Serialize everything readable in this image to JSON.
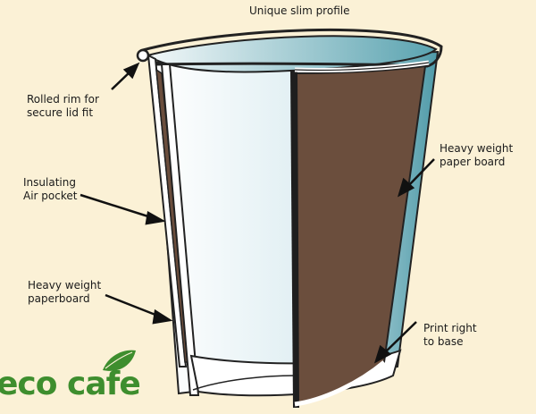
{
  "labels": {
    "top": "Unique slim profile",
    "rim": "Rolled rim for\nsecure lid fit",
    "air": "Insulating\nAir pocket",
    "inner_board": "Heavy weight\npaperboard",
    "outer_board": "Heavy weight\npaper board",
    "print": "Print right\nto base"
  },
  "logo": {
    "text": "eco cafe"
  },
  "colors": {
    "background": "#fbf1d6",
    "cup_inner_light": "#ffffff",
    "cup_inner_teal": "#4e9aa8",
    "outer_wall": "#6b4e3d",
    "logo_green": "#3e8e2e"
  }
}
